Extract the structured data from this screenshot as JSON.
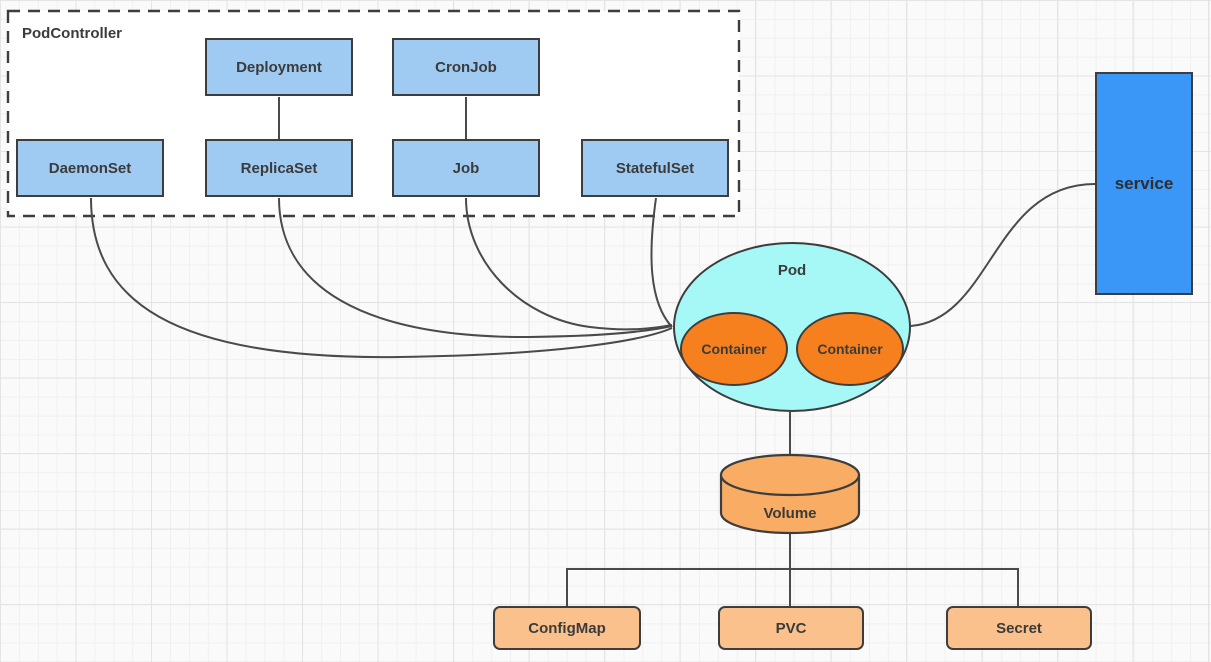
{
  "theme": {
    "bg": "#fafafa",
    "grid_line": "#f0f0f0",
    "grid_major": "#e4e4e4",
    "node_stroke": "#3d3d3d",
    "edge_color": "#4a4a4a",
    "text_color": "#3b3b3b",
    "controller_fill": "#9fcbf3",
    "controller_box_fill": "#ffffff",
    "pod_fill": "#a6f8f6",
    "container_fill": "#f6801e",
    "service_fill": "#3a97f8",
    "volume_fill": "#f9ac63",
    "storage_fill": "#fbc18c"
  },
  "group": {
    "label": "PodController"
  },
  "nodes": {
    "deployment": {
      "label": "Deployment"
    },
    "cronjob": {
      "label": "CronJob"
    },
    "daemonset": {
      "label": "DaemonSet"
    },
    "replicaset": {
      "label": "ReplicaSet"
    },
    "job": {
      "label": "Job"
    },
    "statefulset": {
      "label": "StatefulSet"
    },
    "pod": {
      "label": "Pod"
    },
    "container_left": {
      "label": "Container"
    },
    "container_right": {
      "label": "Container"
    },
    "service": {
      "label": "service"
    },
    "volume": {
      "label": "Volume"
    },
    "configmap": {
      "label": "ConfigMap"
    },
    "pvc": {
      "label": "PVC"
    },
    "secret": {
      "label": "Secret"
    }
  },
  "edges": [
    {
      "from": "Deployment",
      "to": "ReplicaSet"
    },
    {
      "from": "CronJob",
      "to": "Job"
    },
    {
      "from": "DaemonSet",
      "to": "Pod"
    },
    {
      "from": "ReplicaSet",
      "to": "Pod"
    },
    {
      "from": "Job",
      "to": "Pod"
    },
    {
      "from": "StatefulSet",
      "to": "Pod"
    },
    {
      "from": "Pod",
      "to": "service"
    },
    {
      "from": "Pod",
      "to": "Volume"
    },
    {
      "from": "Volume",
      "to": "ConfigMap"
    },
    {
      "from": "Volume",
      "to": "PVC"
    },
    {
      "from": "Volume",
      "to": "Secret"
    }
  ]
}
